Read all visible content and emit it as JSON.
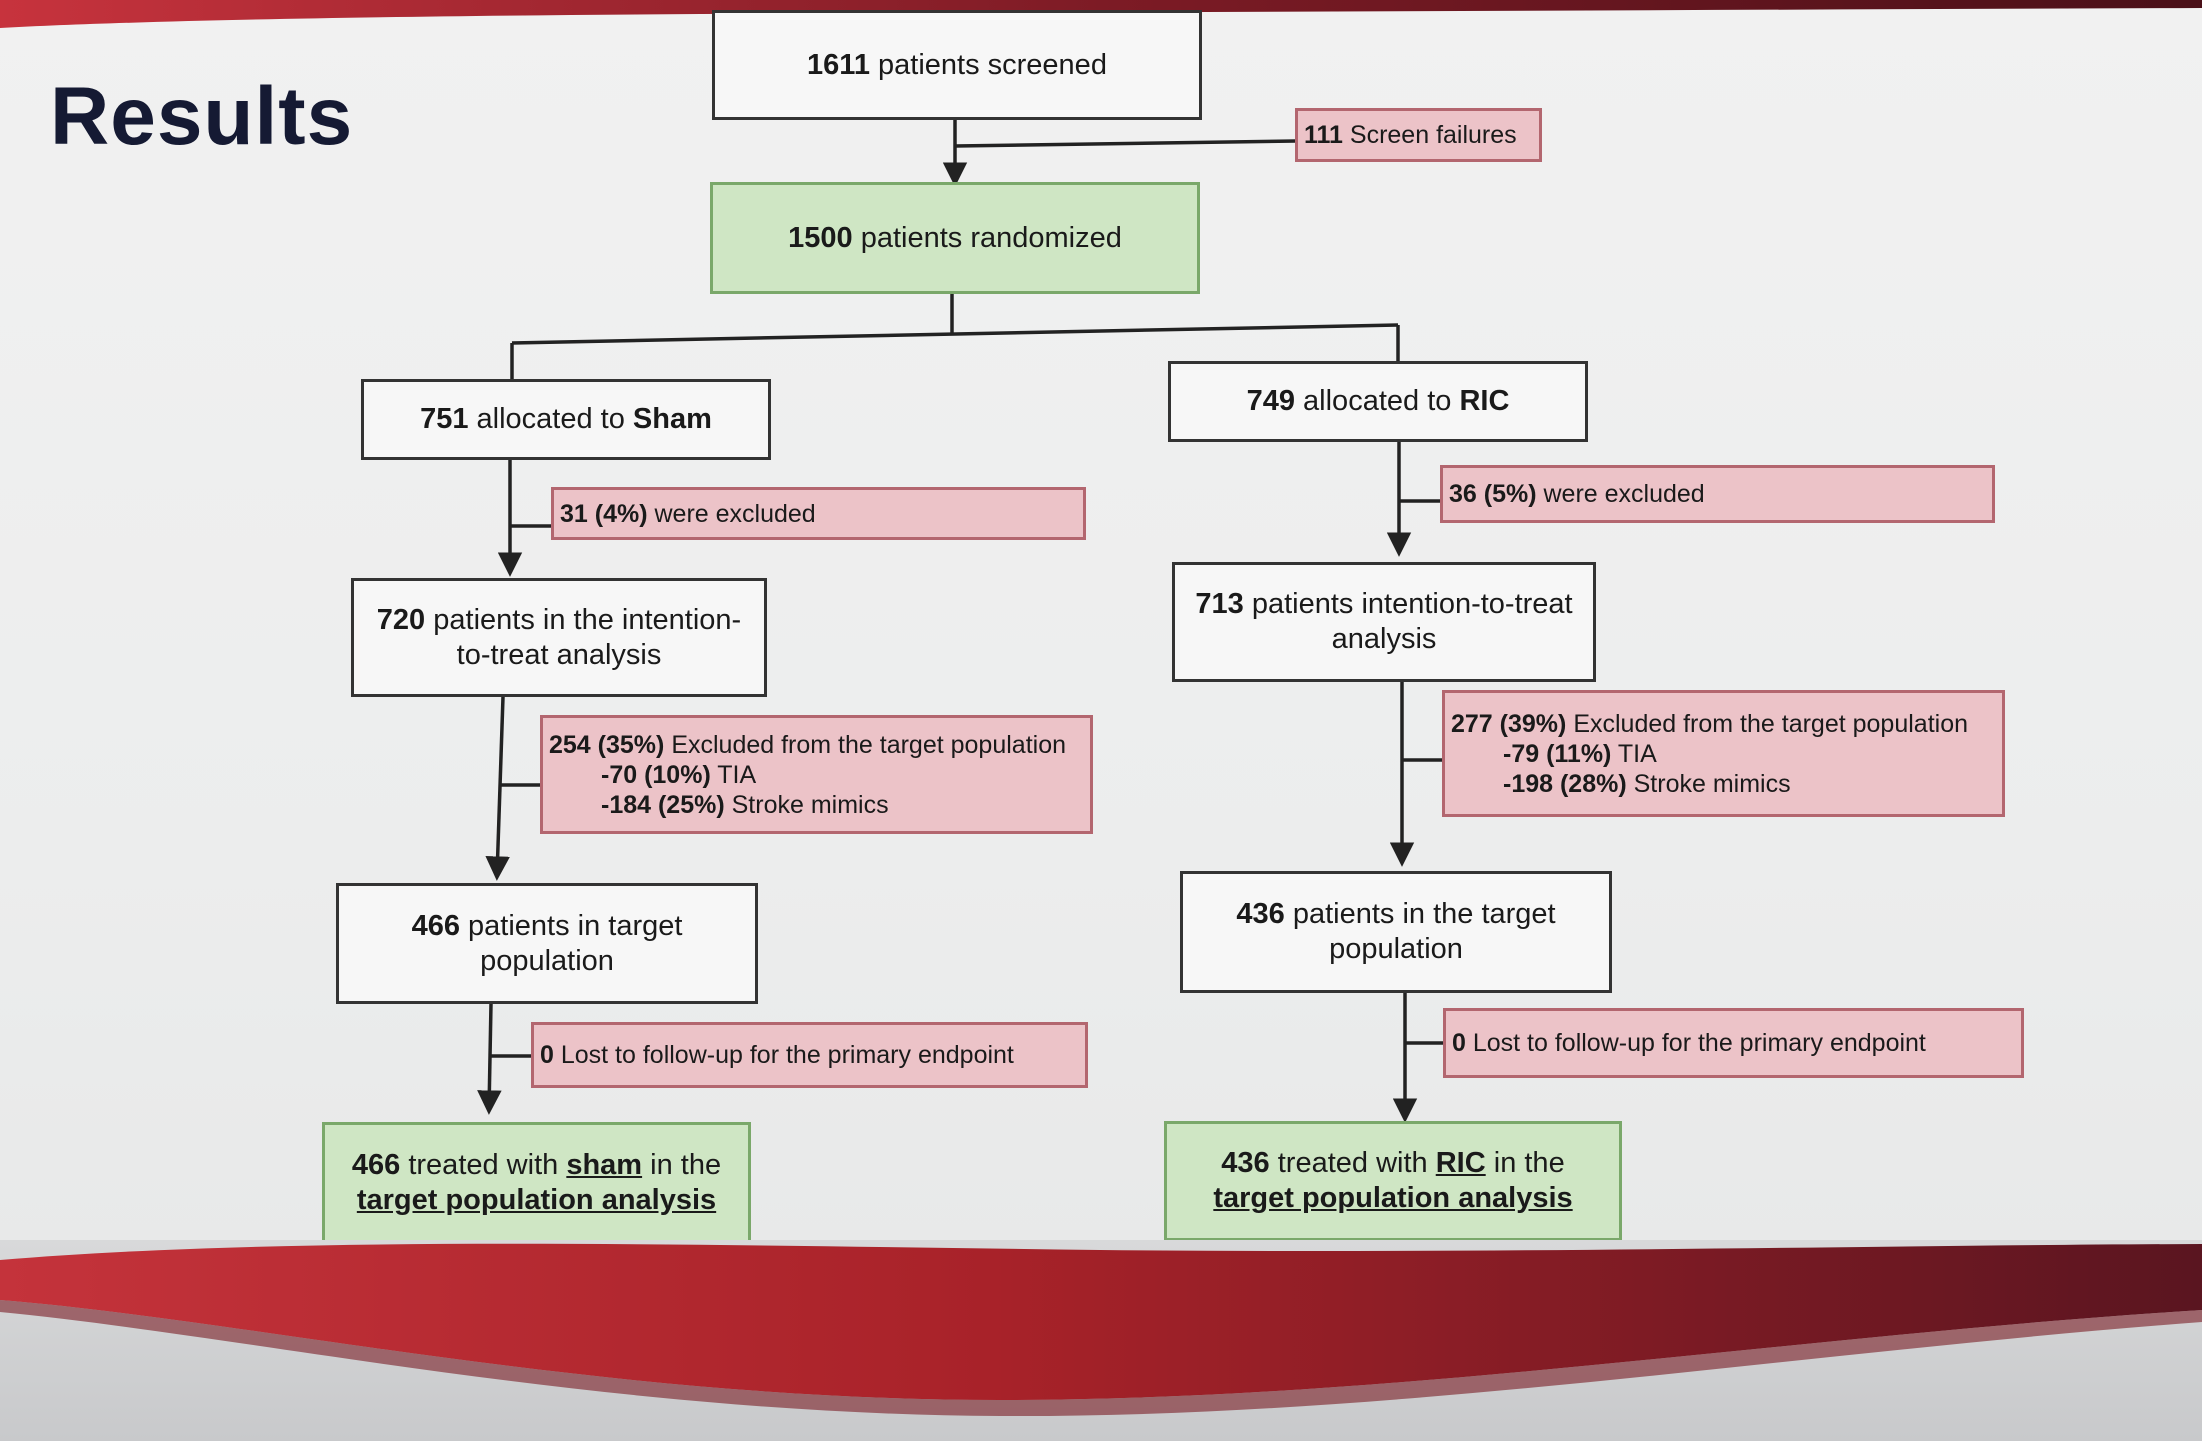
{
  "slide": {
    "title": "Results",
    "colors": {
      "accent_red": "#a01f2a",
      "dark_red": "#5a1520",
      "green_box": "#cfe6c4",
      "pink_box": "#ecc3c8"
    }
  },
  "flow": {
    "screened": {
      "n": "1611",
      "text": "patients screened"
    },
    "screen_failures": {
      "n": "111",
      "text": "Screen failures"
    },
    "randomized": {
      "n": "1500",
      "text": "patients randomized"
    },
    "sham": {
      "allocated": {
        "n": "751",
        "pre": "allocated to",
        "group": "Sham"
      },
      "excluded": {
        "n": "31 (4%)",
        "text": "were excluded"
      },
      "itt": {
        "n": "720",
        "text": "patients in the intention-to-treat analysis"
      },
      "target_excluded": {
        "n": "254 (35%)",
        "text": "Excluded from the target population",
        "tia_n": "-70 (10%)",
        "tia_text": "TIA",
        "mimic_n": "-184 (25%)",
        "mimic_text": "Stroke mimics"
      },
      "target": {
        "n": "466",
        "text": "patients in target population"
      },
      "lost": {
        "n": "0",
        "text": "Lost to follow-up for the primary endpoint"
      },
      "treated": {
        "n": "466",
        "pre": "treated with",
        "arm": "sham",
        "post": "in the",
        "analysis": "target population analysis"
      }
    },
    "ric": {
      "allocated": {
        "n": "749",
        "pre": "allocated to",
        "group": "RIC"
      },
      "excluded": {
        "n": "36 (5%)",
        "text": "were excluded"
      },
      "itt": {
        "n": "713",
        "text": "patients intention-to-treat analysis"
      },
      "target_excluded": {
        "n": "277 (39%)",
        "text": "Excluded from the target population",
        "tia_n": "-79 (11%)",
        "tia_text": "TIA",
        "mimic_n": "-198 (28%)",
        "mimic_text": "Stroke mimics"
      },
      "target": {
        "n": "436",
        "text": "patients in the target population"
      },
      "lost": {
        "n": "0",
        "text": "Lost to follow-up for the primary endpoint"
      },
      "treated": {
        "n": "436",
        "pre": "treated with",
        "arm": "RIC",
        "post": "in the",
        "analysis": "target population analysis"
      }
    }
  }
}
